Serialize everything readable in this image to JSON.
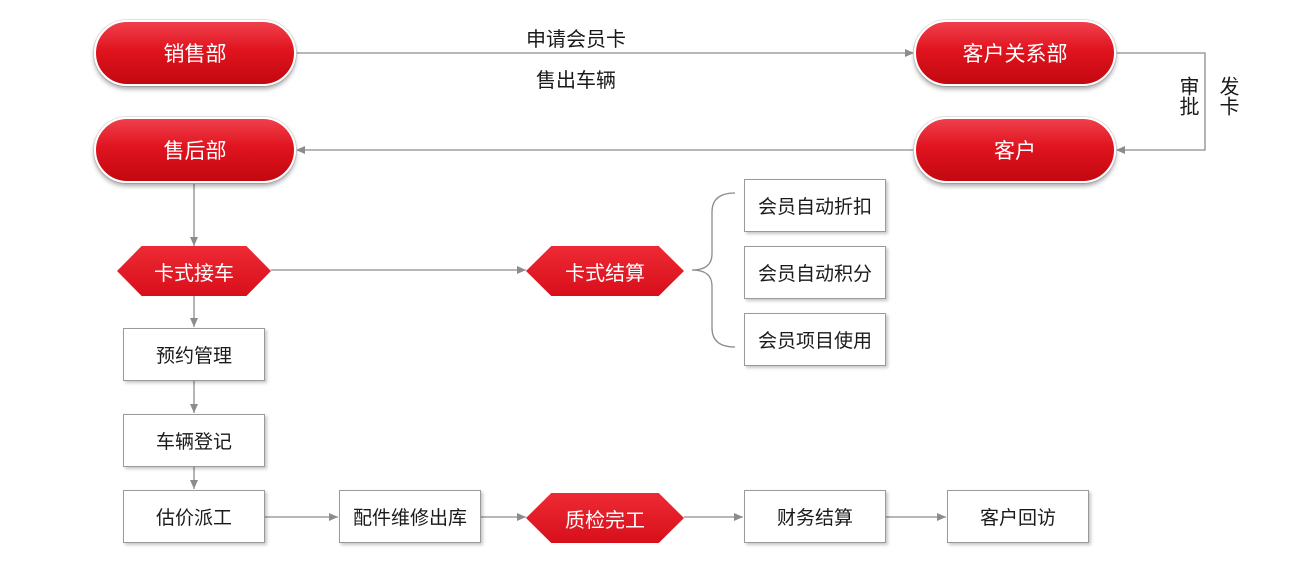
{
  "nodes": {
    "sales_dept": "销售部",
    "crm_dept": "客户关系部",
    "after_sales_dept": "售后部",
    "customer": "客户",
    "card_reception": "卡式接车",
    "card_settlement": "卡式结算",
    "discount": "会员自动折扣",
    "points": "会员自动积分",
    "project_use": "会员项目使用",
    "reservation": "预约管理",
    "registration": "车辆登记",
    "estimate_dispatch": "估价派工",
    "parts_out": "配件维修出库",
    "qc_done": "质检完工",
    "finance_settlement": "财务结算",
    "customer_followup": "客户回访"
  },
  "edge_labels": {
    "apply_card": "申请会员卡",
    "sell_vehicle": "售出车辆",
    "review": "审批",
    "issue_card": "发卡"
  },
  "colors": {
    "accent_red": "#e0141f",
    "connector_gray": "#8c8c8c"
  }
}
